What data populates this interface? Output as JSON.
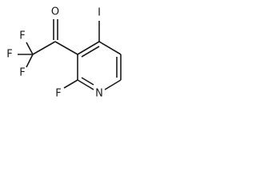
{
  "structure": {
    "type": "chemical-structure",
    "atoms": {
      "oxygen": "O",
      "fluorine_cf3_top": "F",
      "fluorine_cf3_left": "F",
      "fluorine_cf3_bottom": "F",
      "iodine": "I",
      "fluorine_ring": "F",
      "nitrogen": "N"
    }
  }
}
